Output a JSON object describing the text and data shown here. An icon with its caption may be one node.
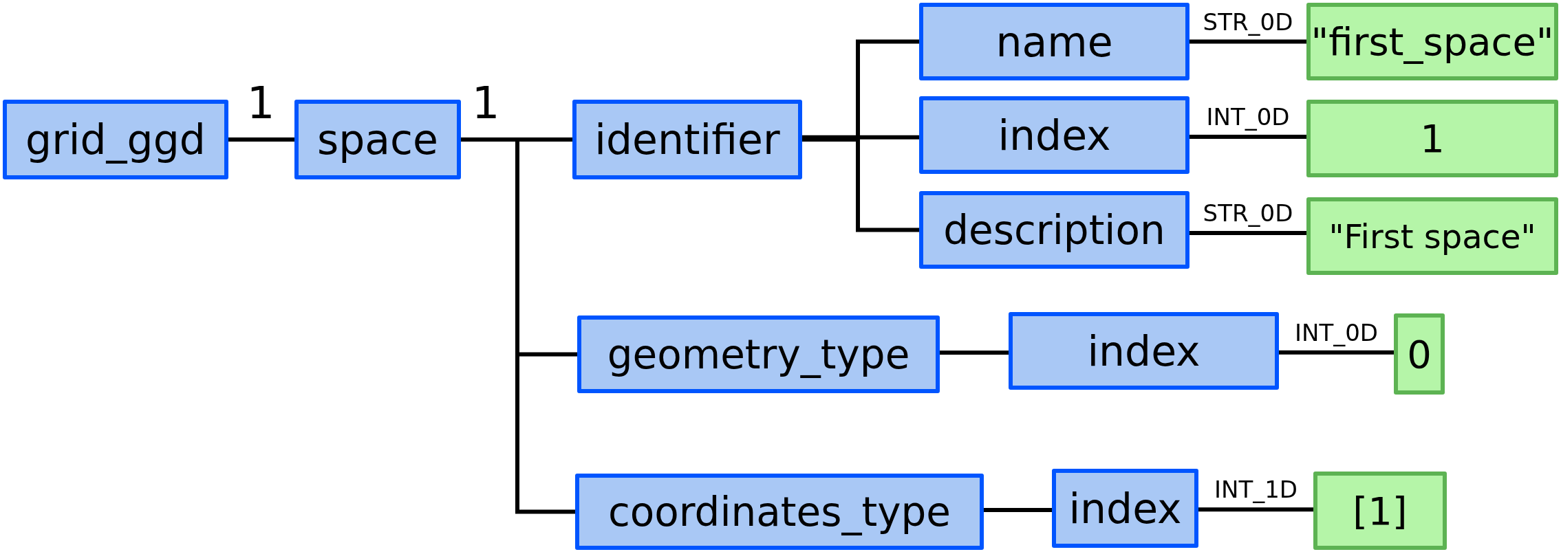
{
  "diagram": {
    "nodes": [
      {
        "text": [
          "grid_ggd"
        ]
      },
      {
        "text": [
          "space"
        ]
      },
      {
        "text": [
          "identifier"
        ]
      },
      {
        "text": [
          "name"
        ]
      },
      {
        "text": [
          "\"first_space\""
        ]
      },
      {
        "text": [
          "index"
        ]
      },
      {
        "text": [
          "1"
        ]
      },
      {
        "text": [
          "description"
        ]
      },
      {
        "text": [
          "\"First space\""
        ]
      },
      {
        "text": [
          "geometry_type"
        ]
      },
      {
        "text": [
          "index"
        ]
      },
      {
        "text": [
          "0"
        ]
      },
      {
        "text": [
          "coordinates_type"
        ]
      },
      {
        "text": [
          "index"
        ]
      },
      {
        "text": [
          "[1]"
        ]
      }
    ],
    "edges": [
      {
        "from": 0,
        "to": 1,
        "arrow": "none",
        "label": "1"
      },
      {
        "from": 1,
        "to": 2,
        "arrow": "none",
        "label": "1"
      },
      {
        "from": 1,
        "to": 9,
        "arrow": "none"
      },
      {
        "from": 1,
        "to": 12,
        "arrow": "none"
      },
      {
        "from": 2,
        "to": 3,
        "arrow": "none"
      },
      {
        "from": 2,
        "to": 5,
        "arrow": "none"
      },
      {
        "from": 2,
        "to": 7,
        "arrow": "none"
      },
      {
        "from": 3,
        "to": 4,
        "arrow": "none",
        "label": "STR_0D"
      },
      {
        "from": 5,
        "to": 6,
        "arrow": "none",
        "label": "INT_0D"
      },
      {
        "from": 7,
        "to": 8,
        "arrow": "none",
        "label": "STR_0D"
      },
      {
        "from": 9,
        "to": 10,
        "arrow": "none"
      },
      {
        "from": 10,
        "to": 11,
        "arrow": "none",
        "label": "INT_0D"
      },
      {
        "from": 12,
        "to": 13,
        "arrow": "none"
      },
      {
        "from": 13,
        "to": 14,
        "arrow": "none",
        "label": "INT_1D"
      }
    ]
  }
}
